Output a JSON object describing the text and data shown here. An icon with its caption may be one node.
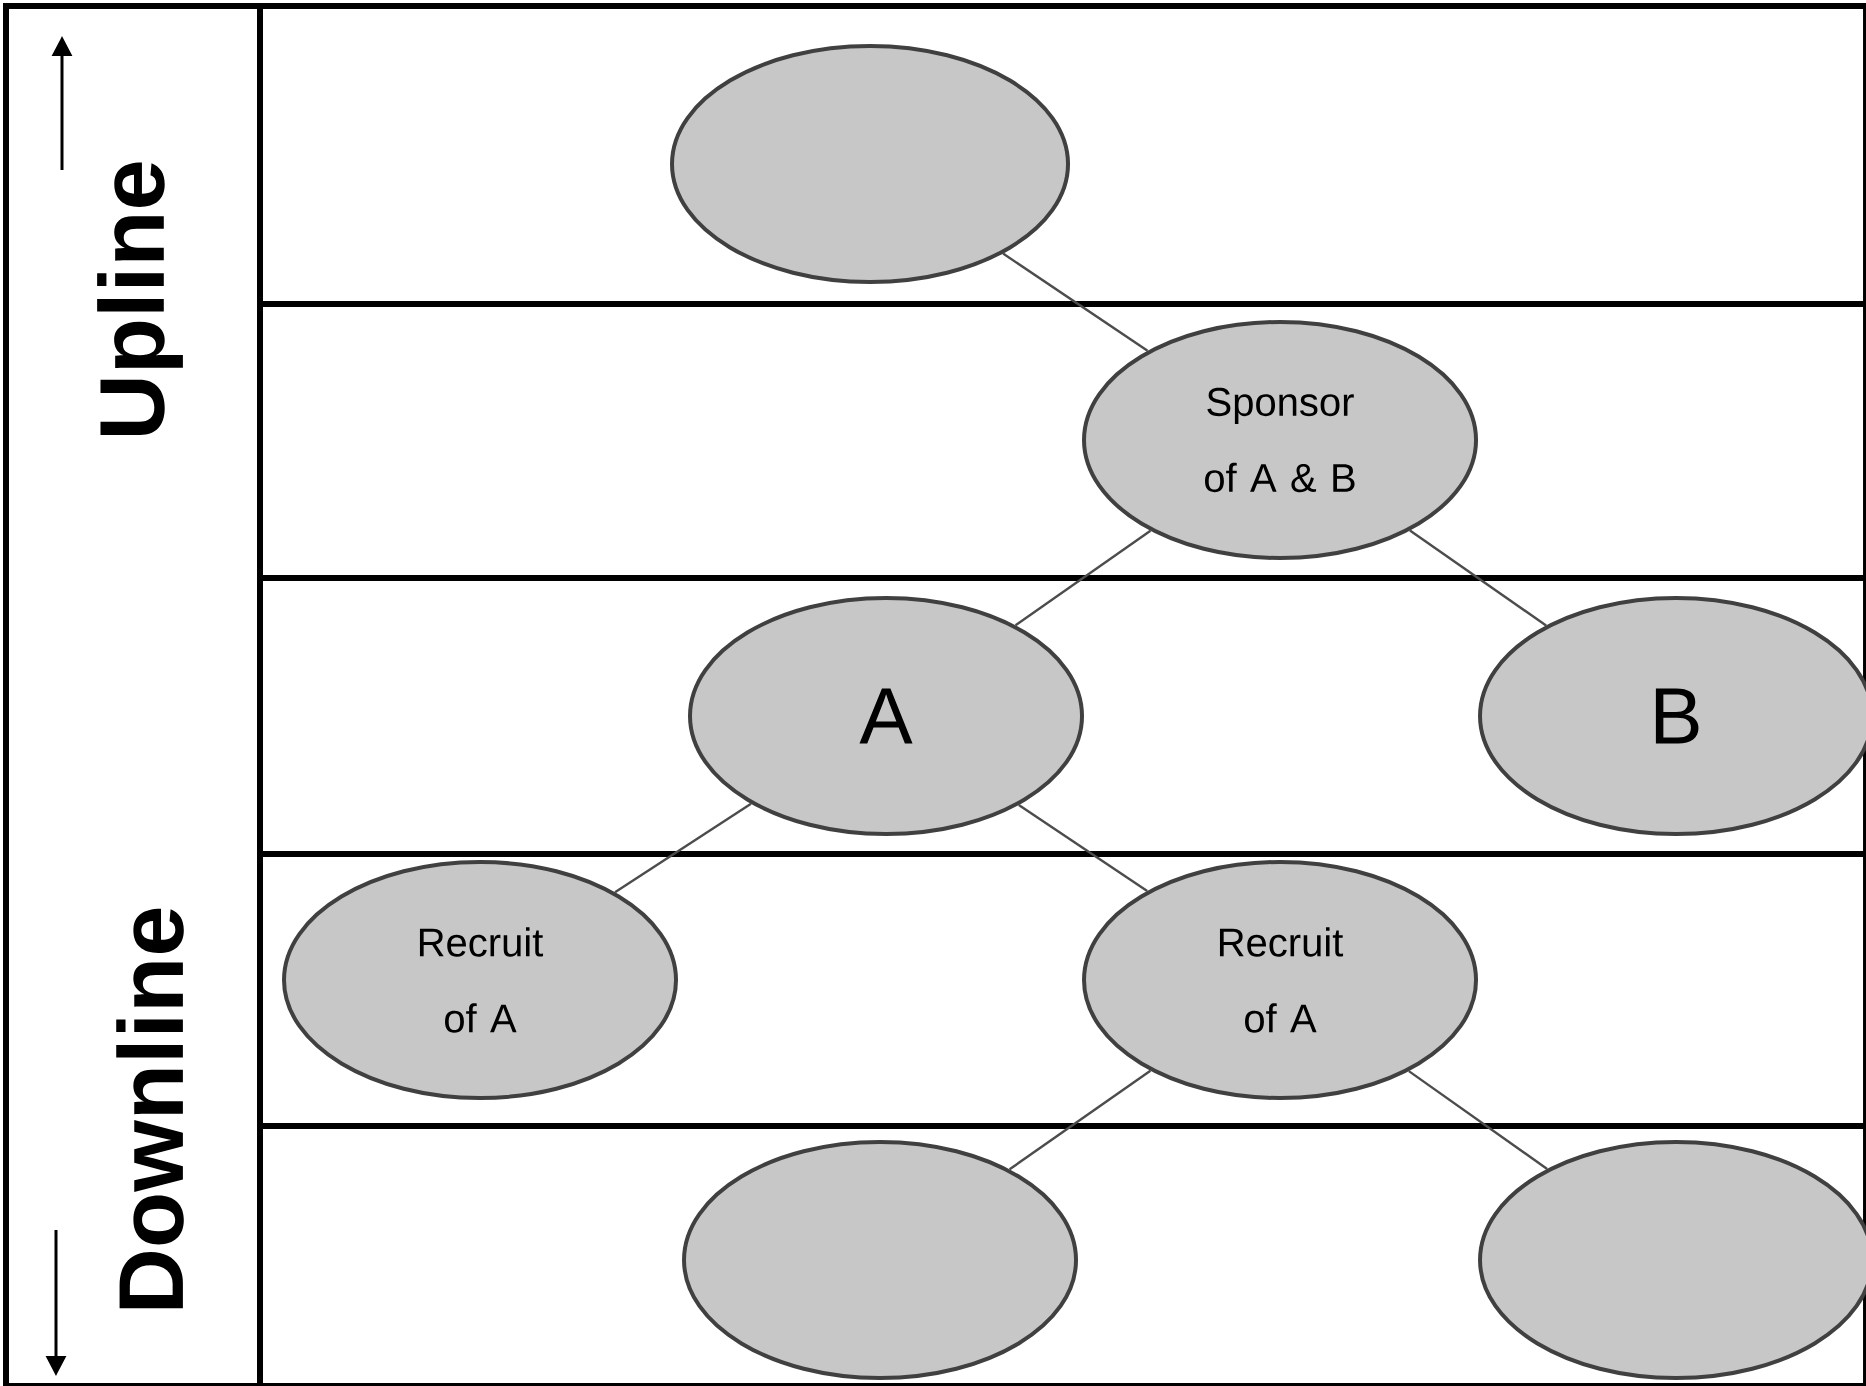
{
  "diagram": {
    "nodes": [
      {
        "text": [],
        "shape": "ellipse"
      },
      {
        "text": [
          "Sponsor of A & B"
        ]
      },
      {
        "text": [
          "A"
        ]
      },
      {
        "text": [
          "B"
        ]
      },
      {
        "text": [
          "Recruit of A"
        ]
      },
      {
        "text": [
          "Recruit of A"
        ]
      },
      {
        "text": [],
        "shape": "ellipse"
      },
      {
        "text": [],
        "shape": "ellipse"
      }
    ],
    "edges": [
      {
        "from": 0,
        "to": 1,
        "arrow": "none"
      },
      {
        "from": 1,
        "to": 2,
        "arrow": "none"
      },
      {
        "from": 1,
        "to": 3,
        "arrow": "none"
      },
      {
        "from": 2,
        "to": 4,
        "arrow": "none"
      },
      {
        "from": 2,
        "to": 5,
        "arrow": "none"
      },
      {
        "from": 5,
        "to": 6,
        "arrow": "none"
      },
      {
        "from": 5,
        "to": 7,
        "arrow": "none"
      }
    ],
    "labels": [
      "Upline",
      "Downline"
    ]
  }
}
